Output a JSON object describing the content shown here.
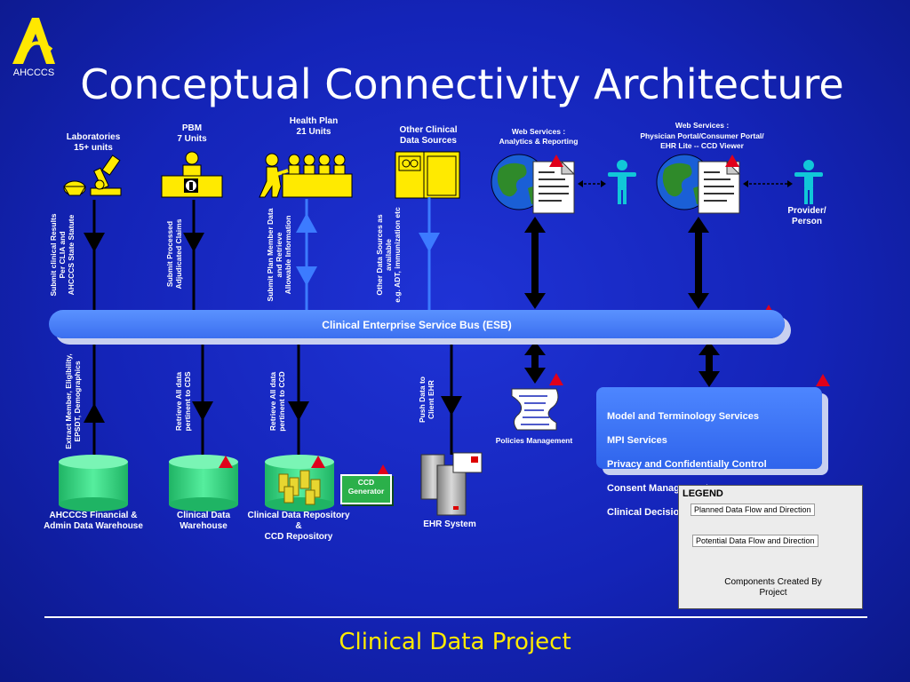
{
  "header": {
    "title": "Conceptual Connectivity Architecture",
    "logo_text": "AHCCCS"
  },
  "sources": {
    "laboratories": "Laboratories\n15+ units",
    "pbm": "PBM\n7 Units",
    "health_plan": "Health Plan\n21 Units",
    "other_clinical": "Other Clinical\nData Sources",
    "web_services_analytics": "Web Services :\nAnalytics & Reporting",
    "web_services_portal": "Web Services :\nPhysician Portal/Consumer Portal/\nEHR Lite -- CCD Viewer",
    "provider": "Provider/\nPerson"
  },
  "flows": {
    "lab_flow": "Submit clinical Results\nPer CLIA and\nAHCCCS State Statute",
    "pbm_flow": "Submit Processed\nAdjudicated Claims",
    "health_plan_flow": "Submit Plan Member Data\nand Retrieve\nAllowable Information",
    "other_flow": "Other Data Sources as\navailable\ne.g. ADT, immunization etc",
    "extract_flow": "Extract Member, Eligibility,\nEPSDT, Demographics",
    "cds_flow": "Retrieve All data\npertinent to CDS",
    "ccd_flow": "Retrieve All data\npertinent to CCD",
    "ehr_flow": "Push Data to\nClient EHR"
  },
  "esb": {
    "label": "Clinical Enterprise Service Bus (ESB)"
  },
  "destinations": {
    "financial": "AHCCCS Financial &\nAdmin Data Warehouse",
    "clinical_dw": "Clinical Data\nWarehouse",
    "repository": "Clinical Data Repository\n&\nCCD Repository",
    "ccd_generator": "CCD\nGenerator",
    "ehr": "EHR System",
    "policies": "Policies Management"
  },
  "services": [
    "Model and Terminology Services",
    "MPI Services",
    "Privacy and Confidentially Control",
    "Consent Management",
    "Clinical Decision Support Services"
  ],
  "legend": {
    "title": "LEGEND",
    "planned": "Planned Data Flow and Direction",
    "potential": "Potential Data Flow and Direction",
    "created": "Components Created By\nProject"
  },
  "footer": {
    "title": "Clinical Data Project"
  },
  "colors": {
    "background": "#1424b8",
    "accent": "#ffea00",
    "component_marker": "#e0001b",
    "db_green": "#2fd27a"
  }
}
